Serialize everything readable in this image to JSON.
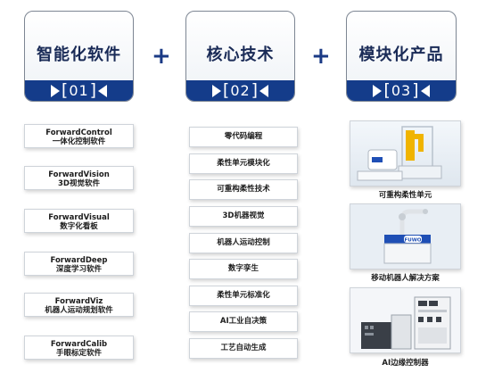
{
  "columns": [
    {
      "title": "智能化软件",
      "number": "01"
    },
    {
      "title": "核心技术",
      "number": "02"
    },
    {
      "title": "模块化产品",
      "number": "03"
    }
  ],
  "plus_sign": "+",
  "bracket_left": "[",
  "bracket_right": "]",
  "software": [
    {
      "name": "ForwardControl",
      "desc": "一体化控制软件"
    },
    {
      "name": "ForwardVision",
      "desc": "3D视觉软件"
    },
    {
      "name": "ForwardVisual",
      "desc": "数字化看板"
    },
    {
      "name": "ForwardDeep",
      "desc": "深度学习软件"
    },
    {
      "name": "ForwardViz",
      "desc": "机器人运动规划软件"
    },
    {
      "name": "ForwardCalib",
      "desc": "手眼标定软件"
    }
  ],
  "technologies": [
    "零代码编程",
    "柔性单元模块化",
    "可重构柔性技术",
    "3D机器视觉",
    "机器人运动控制",
    "数字孪生",
    "柔性单元标准化",
    "AI工业自决策",
    "工艺自动生成"
  ],
  "products": [
    {
      "label": "可重构柔性单元",
      "icon": "reconfigurable-cell-image"
    },
    {
      "label": "移动机器人解决方案",
      "icon": "mobile-robot-image",
      "logo_text": "FUWO"
    },
    {
      "label": "AI边缘控制器",
      "icon": "edge-controller-image"
    }
  ],
  "colors": {
    "accent": "#143c8a",
    "title": "#1a2b57",
    "robot_yellow": "#f0b400",
    "robot_blue": "#1f4fb5"
  }
}
